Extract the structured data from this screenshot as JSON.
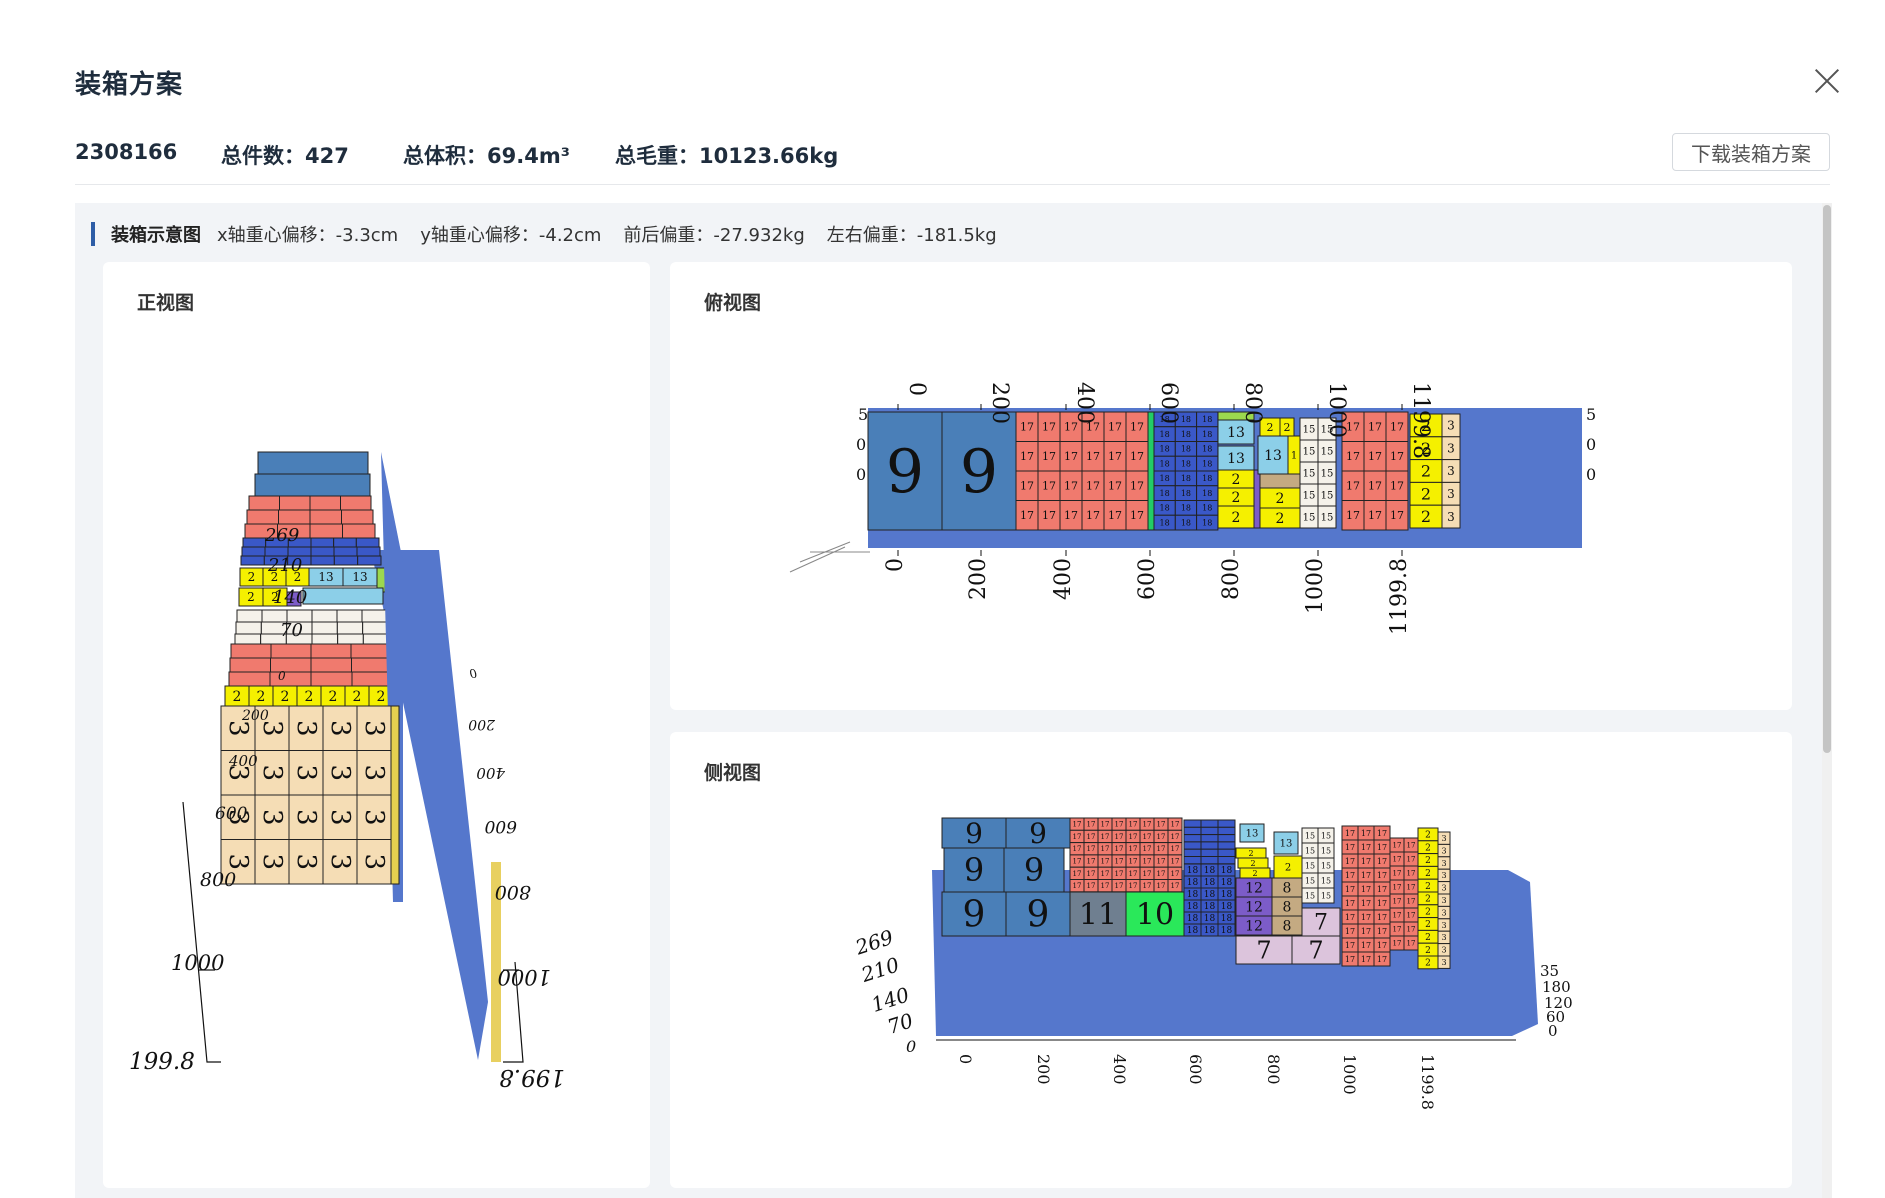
{
  "dialog": {
    "title": "装箱方案",
    "download_label": "下载装箱方案"
  },
  "summary": {
    "container_no": "2308166",
    "total_pieces": "总件数：427",
    "total_volume": "总体积：69.4m³",
    "total_weight": "总毛重：10123.66kg"
  },
  "diagram_header": {
    "title": "装箱示意图",
    "x_offset": "x轴重心偏移：-3.3cm",
    "y_offset": "y轴重心偏移：-4.2cm",
    "front_back": "前后偏重：-27.932kg",
    "left_right": "左右偏重：-181.5kg"
  },
  "views": {
    "front": {
      "title": "正视图"
    },
    "top": {
      "title": "俯视图"
    },
    "side": {
      "title": "侧视图"
    }
  },
  "axis_ticks": [
    "0",
    "200",
    "400",
    "600",
    "800",
    "1000",
    "1199.8"
  ],
  "height_ticks": [
    "269",
    "210",
    "140",
    "70",
    "0"
  ],
  "colors": {
    "steel_blue": "#4a7fb8",
    "salmon": "#f07a6e",
    "royal_blue": "#3a58c8",
    "light_blue": "#8ccfe8",
    "yellow": "#f5f000",
    "cream": "#f5ddb5",
    "white_box": "#f5f2ea",
    "purple": "#7c5cc8",
    "green": "#2ae85a",
    "slate": "#6f7f90",
    "lavender": "#dcc4dc",
    "tan": "#c4aa82",
    "frame": "#5577cc"
  }
}
